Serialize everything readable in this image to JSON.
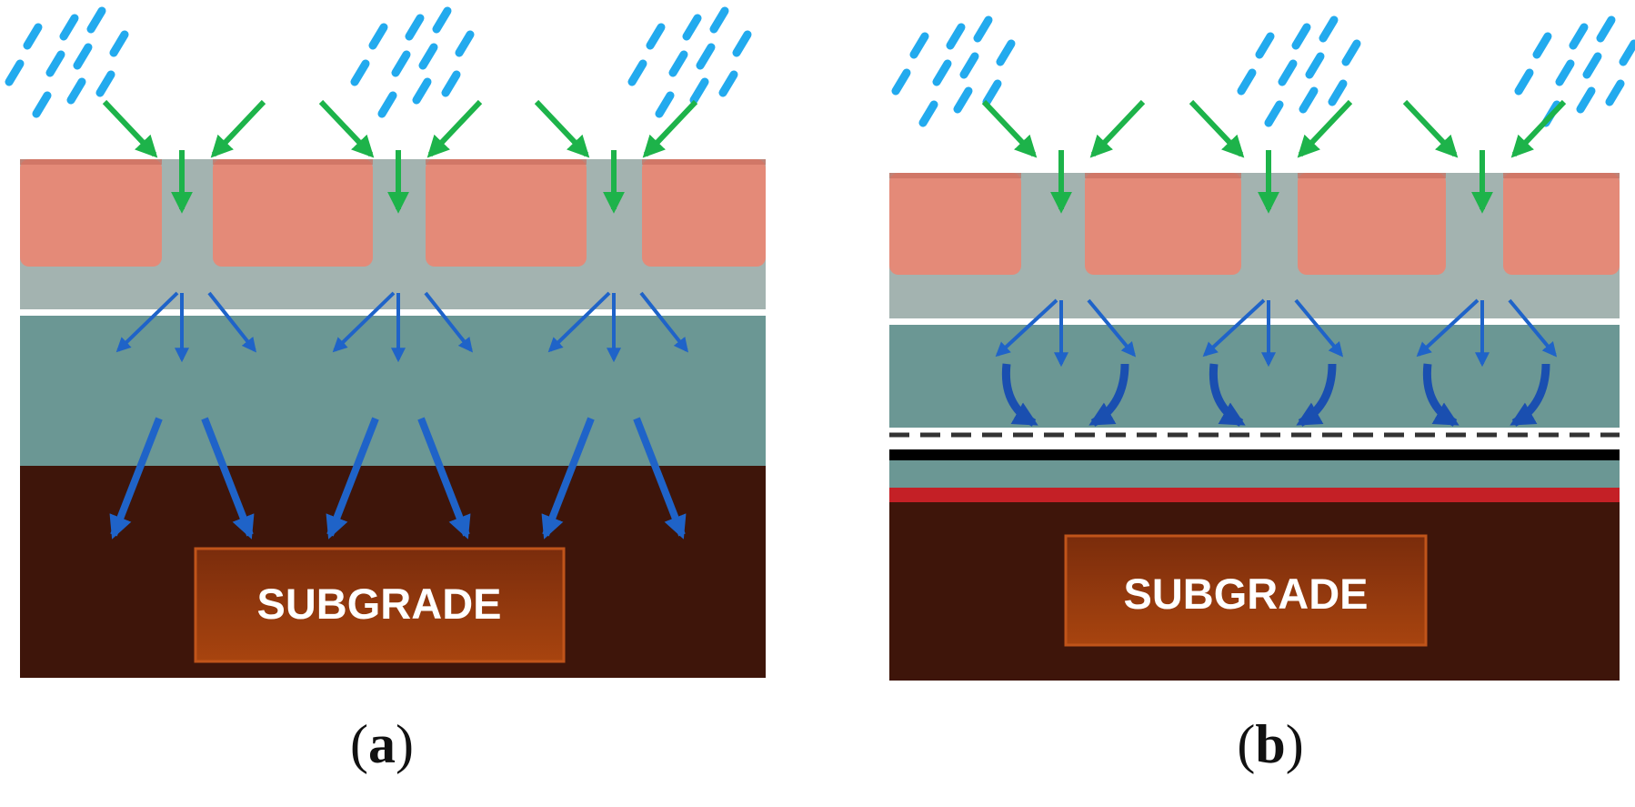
{
  "panels": [
    {
      "id": "a",
      "label_open": "(",
      "label_letter": "a",
      "label_close": ")",
      "subgrade_label": "SUBGRADE"
    },
    {
      "id": "b",
      "label_open": "(",
      "label_letter": "b",
      "label_close": ")",
      "subgrade_label": "SUBGRADE"
    }
  ],
  "colors": {
    "rain": "#22aaee",
    "inflow_arrow": "#1db34a",
    "drain_arrow": "#1f63c8",
    "paver": "#e48a78",
    "paver_edge": "#c96f60",
    "joint_bedding": "#a3b3b0",
    "base_layer": "#6b9794",
    "subgrade": "#3e150a",
    "subgrade_box": "#9a3a0e",
    "liner_black": "#000000",
    "liner_red": "#c42026"
  }
}
